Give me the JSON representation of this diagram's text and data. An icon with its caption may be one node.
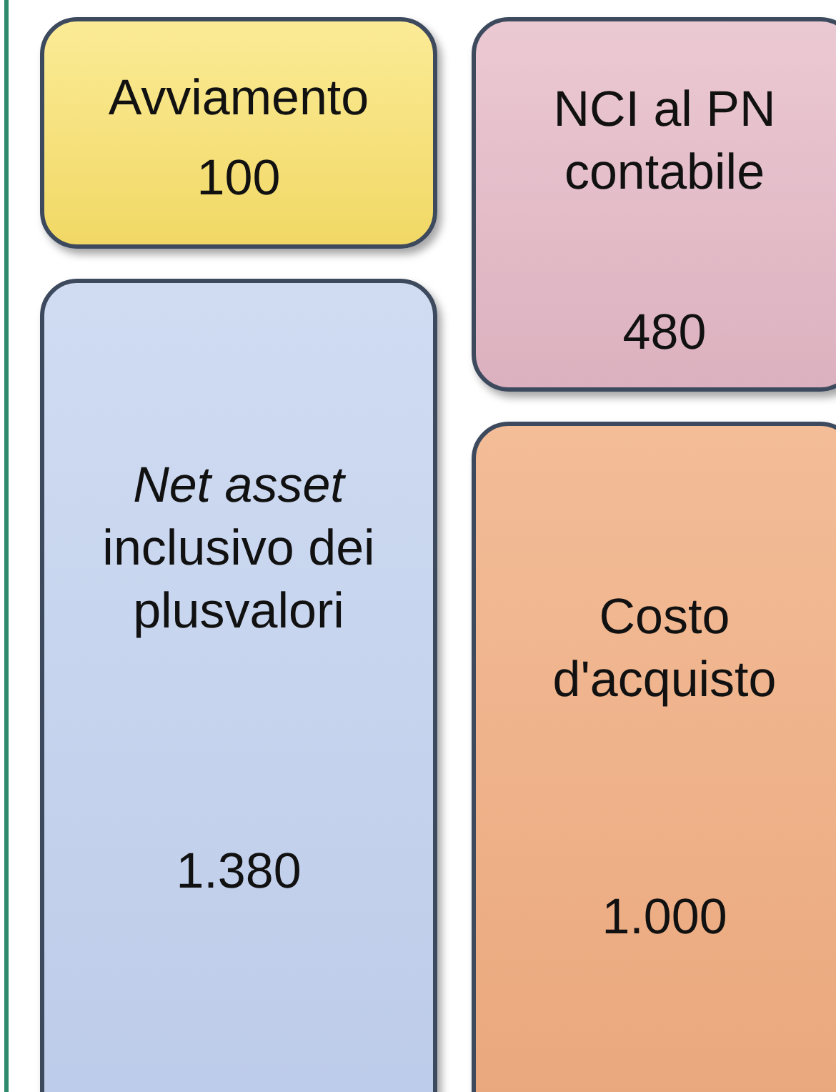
{
  "diagram": {
    "nodes": [
      {
        "text": [
          "Avviamento",
          "100"
        ]
      },
      {
        "text": [
          "NCI al PN contabile",
          "480"
        ]
      },
      {
        "text": [
          "*Net asset* inclusivo dei plusvalori",
          "1.380"
        ]
      },
      {
        "text": [
          "Costo d'acquisto",
          "1.000"
        ]
      }
    ]
  }
}
